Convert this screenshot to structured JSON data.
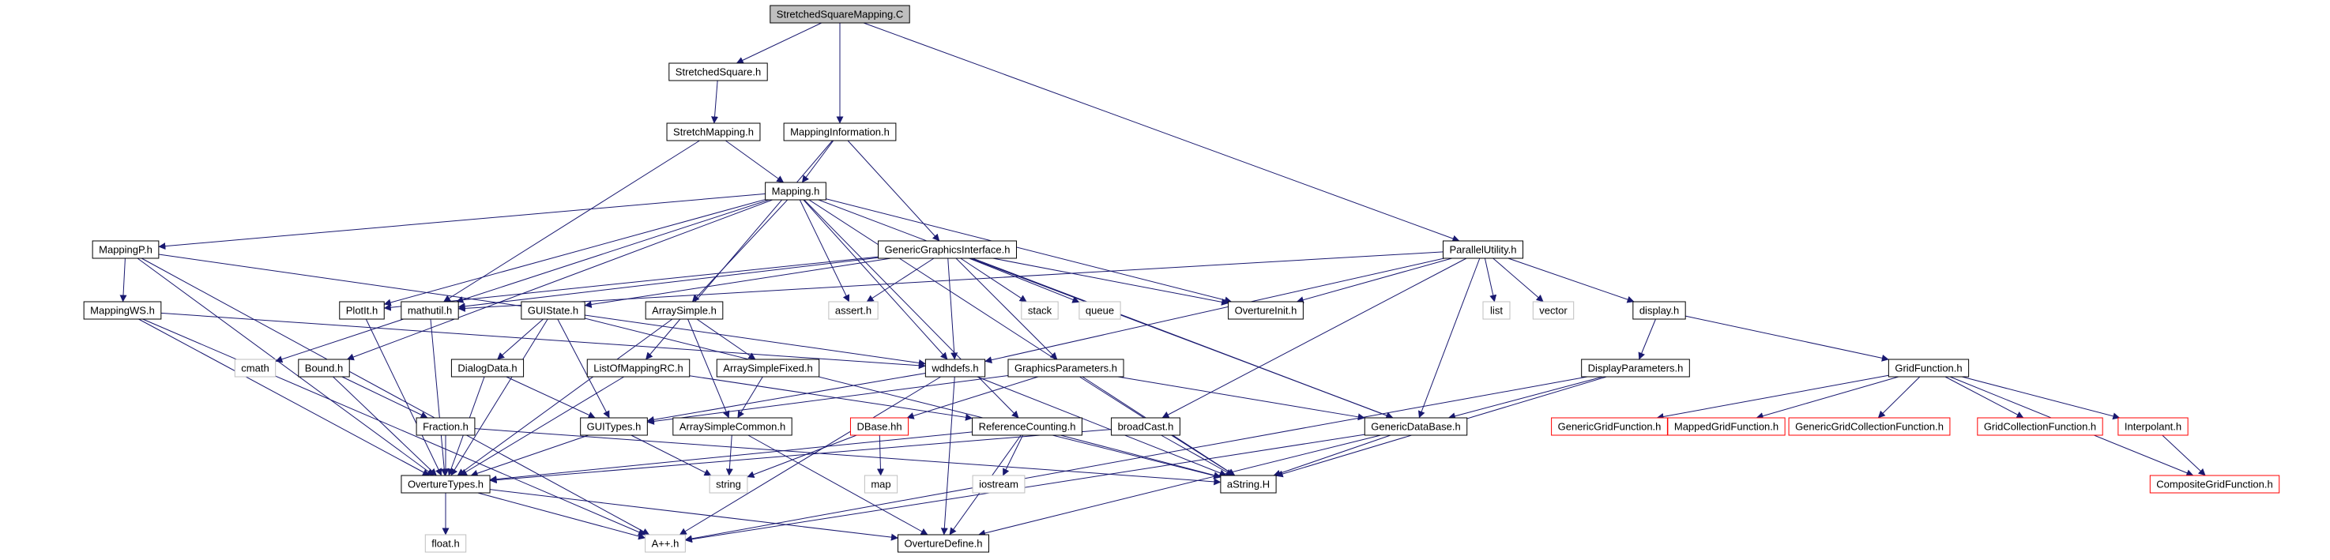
{
  "graph": {
    "colors": {
      "edge": "#191970",
      "node_border": "#000000",
      "node_fill": "#ffffff",
      "root_fill": "#bfbfbf",
      "missing_border": "#bfbfbf",
      "undocumented_border": "#ff0000"
    },
    "nodes": [
      {
        "id": "root",
        "label": "StretchedSquareMapping.C",
        "style": "root"
      },
      {
        "id": "stretchedsquare",
        "label": "StretchedSquare.h",
        "style": "normal"
      },
      {
        "id": "stretchmapping",
        "label": "StretchMapping.h",
        "style": "normal"
      },
      {
        "id": "mappinginformation",
        "label": "MappingInformation.h",
        "style": "normal"
      },
      {
        "id": "mapping",
        "label": "Mapping.h",
        "style": "normal"
      },
      {
        "id": "mappingp",
        "label": "MappingP.h",
        "style": "normal"
      },
      {
        "id": "mappingws",
        "label": "MappingWS.h",
        "style": "normal"
      },
      {
        "id": "genericgraphicsinterface",
        "label": "GenericGraphicsInterface.h",
        "style": "normal"
      },
      {
        "id": "parallelutility",
        "label": "ParallelUtility.h",
        "style": "normal"
      },
      {
        "id": "plotit",
        "label": "PlotIt.h",
        "style": "normal"
      },
      {
        "id": "mathutil",
        "label": "mathutil.h",
        "style": "normal"
      },
      {
        "id": "guistate",
        "label": "GUIState.h",
        "style": "normal"
      },
      {
        "id": "arraysimple",
        "label": "ArraySimple.h",
        "style": "normal"
      },
      {
        "id": "asserth",
        "label": "assert.h",
        "style": "missing"
      },
      {
        "id": "stack",
        "label": "stack",
        "style": "missing"
      },
      {
        "id": "queue",
        "label": "queue",
        "style": "missing"
      },
      {
        "id": "overtureinit",
        "label": "OvertureInit.h",
        "style": "normal"
      },
      {
        "id": "list",
        "label": "list",
        "style": "missing"
      },
      {
        "id": "vector",
        "label": "vector",
        "style": "missing"
      },
      {
        "id": "display",
        "label": "display.h",
        "style": "normal"
      },
      {
        "id": "cmath",
        "label": "cmath",
        "style": "missing"
      },
      {
        "id": "bound",
        "label": "Bound.h",
        "style": "normal"
      },
      {
        "id": "dialogdata",
        "label": "DialogData.h",
        "style": "normal"
      },
      {
        "id": "listofmappingrc",
        "label": "ListOfMappingRC.h",
        "style": "normal"
      },
      {
        "id": "arraysimplefixed",
        "label": "ArraySimpleFixed.h",
        "style": "normal"
      },
      {
        "id": "wdhdefs",
        "label": "wdhdefs.h",
        "style": "normal"
      },
      {
        "id": "graphicsparameters",
        "label": "GraphicsParameters.h",
        "style": "normal"
      },
      {
        "id": "displayparameters",
        "label": "DisplayParameters.h",
        "style": "normal"
      },
      {
        "id": "gridfunction",
        "label": "GridFunction.h",
        "style": "normal"
      },
      {
        "id": "fraction",
        "label": "Fraction.h",
        "style": "normal"
      },
      {
        "id": "guitypes",
        "label": "GUITypes.h",
        "style": "normal"
      },
      {
        "id": "arraysimplecommon",
        "label": "ArraySimpleCommon.h",
        "style": "normal"
      },
      {
        "id": "dbase",
        "label": "DBase.hh",
        "style": "undocumented"
      },
      {
        "id": "referencecounting",
        "label": "ReferenceCounting.h",
        "style": "normal"
      },
      {
        "id": "broadcast",
        "label": "broadCast.h",
        "style": "normal"
      },
      {
        "id": "genericdatabase",
        "label": "GenericDataBase.h",
        "style": "normal"
      },
      {
        "id": "genericgridfunction",
        "label": "GenericGridFunction.h",
        "style": "undocumented"
      },
      {
        "id": "mappedgridfunction",
        "label": "MappedGridFunction.h",
        "style": "undocumented"
      },
      {
        "id": "genericgridcollectionfunction",
        "label": "GenericGridCollectionFunction.h",
        "style": "undocumented"
      },
      {
        "id": "gridcollectionfunction",
        "label": "GridCollectionFunction.h",
        "style": "undocumented"
      },
      {
        "id": "interpolant",
        "label": "Interpolant.h",
        "style": "undocumented"
      },
      {
        "id": "overturetypes",
        "label": "OvertureTypes.h",
        "style": "normal"
      },
      {
        "id": "string",
        "label": "string",
        "style": "missing"
      },
      {
        "id": "map",
        "label": "map",
        "style": "missing"
      },
      {
        "id": "iostream",
        "label": "iostream",
        "style": "missing"
      },
      {
        "id": "astring",
        "label": "aString.H",
        "style": "normal"
      },
      {
        "id": "compositegridfunction",
        "label": "CompositeGridFunction.h",
        "style": "undocumented"
      },
      {
        "id": "floath",
        "label": "float.h",
        "style": "missing"
      },
      {
        "id": "applusplus",
        "label": "A++.h",
        "style": "missing"
      },
      {
        "id": "overturedefine",
        "label": "OvertureDefine.h",
        "style": "normal"
      }
    ],
    "edges": [
      [
        "root",
        "stretchedsquare"
      ],
      [
        "root",
        "mappinginformation"
      ],
      [
        "root",
        "parallelutility"
      ],
      [
        "stretchedsquare",
        "stretchmapping"
      ],
      [
        "stretchmapping",
        "mapping"
      ],
      [
        "stretchmapping",
        "mathutil"
      ],
      [
        "mappinginformation",
        "mapping"
      ],
      [
        "mappinginformation",
        "genericgraphicsinterface"
      ],
      [
        "mappinginformation",
        "listofmappingrc"
      ],
      [
        "mapping",
        "mappingp"
      ],
      [
        "mapping",
        "plotit"
      ],
      [
        "mapping",
        "mathutil"
      ],
      [
        "mapping",
        "arraysimple"
      ],
      [
        "mapping",
        "asserth"
      ],
      [
        "mapping",
        "overtureinit"
      ],
      [
        "mapping",
        "wdhdefs"
      ],
      [
        "mapping",
        "genericdatabase"
      ],
      [
        "mapping",
        "astring"
      ],
      [
        "mapping",
        "referencecounting"
      ],
      [
        "mapping",
        "bound"
      ],
      [
        "mappingp",
        "mappingws"
      ],
      [
        "mappingp",
        "overturetypes"
      ],
      [
        "mappingp",
        "applusplus"
      ],
      [
        "mappingp",
        "wdhdefs"
      ],
      [
        "mappingws",
        "overturetypes"
      ],
      [
        "mappingws",
        "applusplus"
      ],
      [
        "mappingws",
        "wdhdefs"
      ],
      [
        "genericgraphicsinterface",
        "mathutil"
      ],
      [
        "genericgraphicsinterface",
        "guistate"
      ],
      [
        "genericgraphicsinterface",
        "asserth"
      ],
      [
        "genericgraphicsinterface",
        "stack"
      ],
      [
        "genericgraphicsinterface",
        "queue"
      ],
      [
        "genericgraphicsinterface",
        "overtureinit"
      ],
      [
        "genericgraphicsinterface",
        "wdhdefs"
      ],
      [
        "genericgraphicsinterface",
        "graphicsparameters"
      ],
      [
        "genericgraphicsinterface",
        "genericdatabase"
      ],
      [
        "genericgraphicsinterface",
        "plotit"
      ],
      [
        "parallelutility",
        "mathutil"
      ],
      [
        "parallelutility",
        "overtureinit"
      ],
      [
        "parallelutility",
        "list"
      ],
      [
        "parallelutility",
        "vector"
      ],
      [
        "parallelutility",
        "display"
      ],
      [
        "parallelutility",
        "wdhdefs"
      ],
      [
        "parallelutility",
        "broadcast"
      ],
      [
        "parallelutility",
        "genericdatabase"
      ],
      [
        "plotit",
        "overturetypes"
      ],
      [
        "mathutil",
        "cmath"
      ],
      [
        "mathutil",
        "overturetypes"
      ],
      [
        "guistate",
        "dialogdata"
      ],
      [
        "guistate",
        "guitypes"
      ],
      [
        "guistate",
        "astring"
      ],
      [
        "guistate",
        "overturetypes"
      ],
      [
        "arraysimple",
        "arraysimplefixed"
      ],
      [
        "arraysimple",
        "arraysimplecommon"
      ],
      [
        "arraysimple",
        "overturetypes"
      ],
      [
        "display",
        "displayparameters"
      ],
      [
        "display",
        "gridfunction"
      ],
      [
        "bound",
        "fraction"
      ],
      [
        "bound",
        "overturetypes"
      ],
      [
        "dialogdata",
        "guitypes"
      ],
      [
        "dialogdata",
        "overturetypes"
      ],
      [
        "listofmappingrc",
        "referencecounting"
      ],
      [
        "listofmappingrc",
        "overturetypes"
      ],
      [
        "arraysimplefixed",
        "arraysimplecommon"
      ],
      [
        "wdhdefs",
        "guitypes"
      ],
      [
        "wdhdefs",
        "astring"
      ],
      [
        "wdhdefs",
        "overturedefine"
      ],
      [
        "wdhdefs",
        "applusplus"
      ],
      [
        "graphicsparameters",
        "guitypes"
      ],
      [
        "graphicsparameters",
        "genericdatabase"
      ],
      [
        "graphicsparameters",
        "dbase"
      ],
      [
        "graphicsparameters",
        "astring"
      ],
      [
        "displayparameters",
        "genericdatabase"
      ],
      [
        "displayparameters",
        "astring"
      ],
      [
        "displayparameters",
        "applusplus"
      ],
      [
        "gridfunction",
        "genericgridfunction"
      ],
      [
        "gridfunction",
        "mappedgridfunction"
      ],
      [
        "gridfunction",
        "genericgridcollectionfunction"
      ],
      [
        "gridfunction",
        "gridcollectionfunction"
      ],
      [
        "gridfunction",
        "interpolant"
      ],
      [
        "gridfunction",
        "compositegridfunction"
      ],
      [
        "fraction",
        "overturetypes"
      ],
      [
        "fraction",
        "astring"
      ],
      [
        "guitypes",
        "overturetypes"
      ],
      [
        "guitypes",
        "string"
      ],
      [
        "arraysimplecommon",
        "string"
      ],
      [
        "arraysimplecommon",
        "overturedefine"
      ],
      [
        "dbase",
        "string"
      ],
      [
        "dbase",
        "map"
      ],
      [
        "referencecounting",
        "iostream"
      ],
      [
        "referencecounting",
        "overturedefine"
      ],
      [
        "referencecounting",
        "astring"
      ],
      [
        "referencecounting",
        "overturetypes"
      ],
      [
        "broadcast",
        "astring"
      ],
      [
        "broadcast",
        "overturetypes"
      ],
      [
        "genericdatabase",
        "astring"
      ],
      [
        "genericdatabase",
        "applusplus"
      ],
      [
        "genericdatabase",
        "overturedefine"
      ],
      [
        "interpolant",
        "compositegridfunction"
      ],
      [
        "overturetypes",
        "floath"
      ],
      [
        "overturetypes",
        "applusplus"
      ],
      [
        "overturetypes",
        "overturedefine"
      ]
    ]
  }
}
